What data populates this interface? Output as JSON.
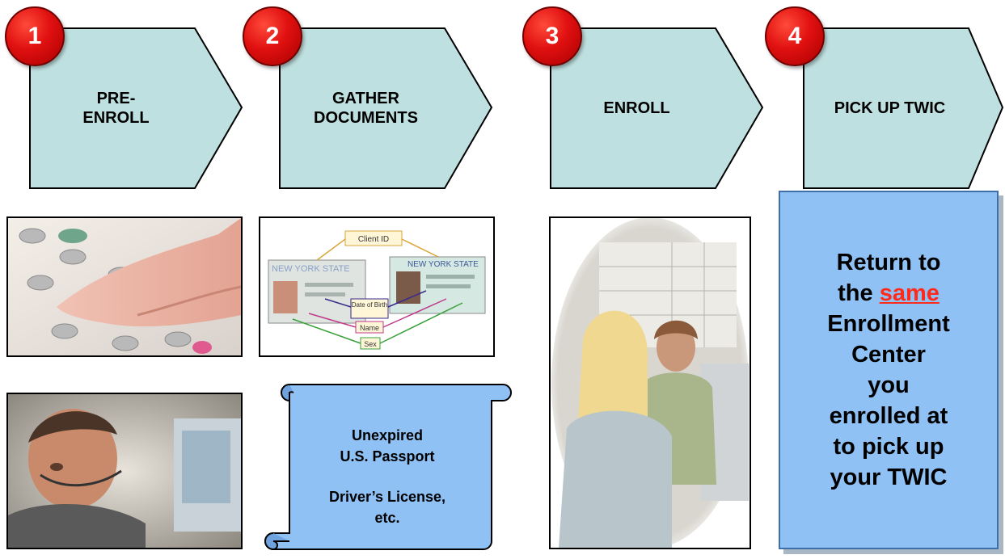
{
  "steps": [
    {
      "number": "1",
      "label": "PRE-\nENROLL"
    },
    {
      "number": "2",
      "label": "GATHER\nDOCUMENTS"
    },
    {
      "number": "3",
      "label": "ENROLL"
    },
    {
      "number": "4",
      "label": "PICK UP TWIC"
    }
  ],
  "documents_card": {
    "line1": "Unexpired",
    "line2": "U.S. Passport",
    "line3": "Driver’s License,",
    "line4": "etc."
  },
  "id_image_labels": {
    "client_id": "Client ID",
    "state_left": "NEW YORK STATE",
    "state_right": "NEW YORK STATE",
    "date_of_birth": "Date of Birth",
    "name": "Name",
    "sex": "Sex"
  },
  "pickup_box": {
    "before": "Return to the",
    "highlight": "same",
    "after1": "Enrollment",
    "after2": "Center",
    "after3": "you",
    "after4": "enrolled at",
    "after5": "to pick up",
    "after6": "your TWIC"
  },
  "colors": {
    "step_fill": "#bfe0e0",
    "badge_red": "#e01010",
    "card_blue": "#8fc1f4",
    "highlight_red": "#ff2a1a"
  }
}
